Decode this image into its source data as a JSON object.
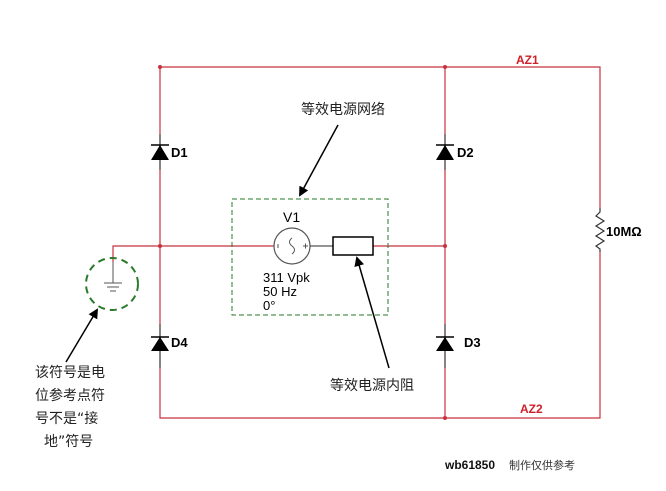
{
  "colors": {
    "wire": "#c8323c",
    "net_label": "#d0202c",
    "annotation_box": "#2a7a2a"
  },
  "components": {
    "diodes": [
      {
        "label": "D1"
      },
      {
        "label": "D2"
      },
      {
        "label": "D3"
      },
      {
        "label": "D4"
      }
    ],
    "source": {
      "label": "V1",
      "amplitude": "311 Vpk",
      "frequency": "50 Hz",
      "phase": "0°"
    },
    "load": {
      "label": "10MΩ"
    }
  },
  "nets": {
    "top": "AZ1",
    "bottom": "AZ2"
  },
  "annotations": {
    "network": "等效电源网络",
    "internal_resistance": "等效电源内阻",
    "ground_note": [
      "该符号是电",
      "位参考点符",
      "号不是“接",
      "地”符号"
    ]
  },
  "footer": {
    "id": "wb61850",
    "note": "制作仅供参考"
  }
}
